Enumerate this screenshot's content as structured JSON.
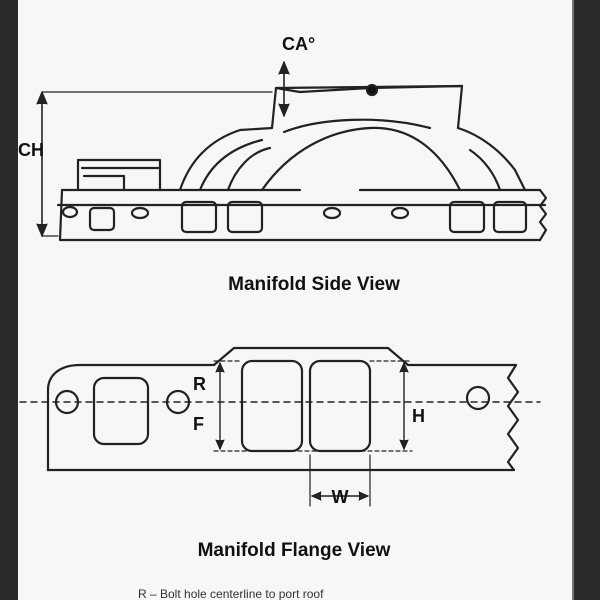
{
  "side_view": {
    "caption": "Manifold Side View",
    "labels": {
      "ch": "CH",
      "ca": "CA°"
    }
  },
  "flange_view": {
    "caption": "Manifold Flange View",
    "labels": {
      "r": "R",
      "f": "F",
      "h": "H",
      "w": "W"
    }
  },
  "footnote": "R – Bolt hole centerline to port roof"
}
